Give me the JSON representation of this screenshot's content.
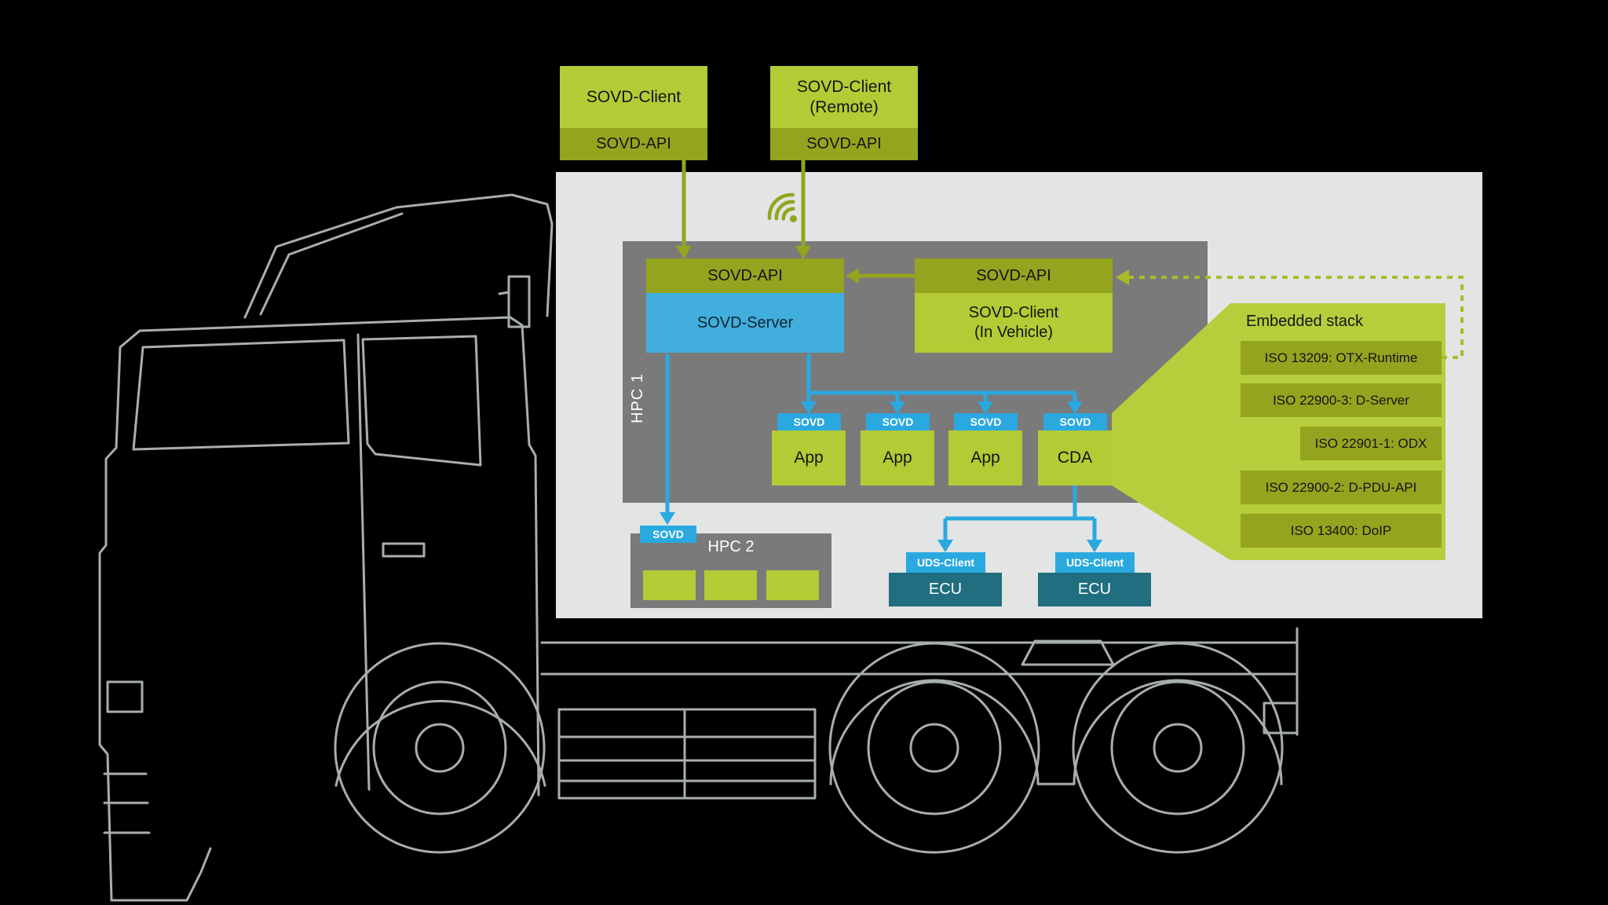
{
  "colors": {
    "light_green": "#b3cb35",
    "olive_green": "#94a41e",
    "blue": "#29a9e0",
    "server_blue": "#41aedd",
    "ecu_teal": "#206e80",
    "panel_gray": "#e3e4e4",
    "hpc_gray": "#7a7a7a",
    "background": "#000000"
  },
  "external_clients": {
    "local": {
      "title": "SOVD-Client",
      "api_label": "SOVD-API"
    },
    "remote": {
      "title_line1": "SOVD-Client",
      "title_line2": "(Remote)",
      "api_label": "SOVD-API"
    }
  },
  "hpc1": {
    "label": "HPC 1",
    "server": {
      "api_label": "SOVD-API",
      "label": "SOVD-Server"
    },
    "in_vehicle_client": {
      "api_label": "SOVD-API",
      "title_line1": "SOVD-Client",
      "title_line2": "(In Vehicle)"
    },
    "apps": [
      {
        "tab": "SOVD",
        "label": "App"
      },
      {
        "tab": "SOVD",
        "label": "App"
      },
      {
        "tab": "SOVD",
        "label": "App"
      },
      {
        "tab": "SOVD",
        "label": "CDA"
      }
    ]
  },
  "hpc2": {
    "label": "HPC 2",
    "tab": "SOVD"
  },
  "ecus": [
    {
      "tab": "UDS-Client",
      "label": "ECU"
    },
    {
      "tab": "UDS-Client",
      "label": "ECU"
    }
  ],
  "embedded_stack": {
    "title": "Embedded stack",
    "items": [
      "ISO 13209: OTX-Runtime",
      "ISO 22900-3: D-Server",
      "ISO 22901-1: ODX",
      "ISO 22900-2: D-PDU-API",
      "ISO 13400: DoIP"
    ]
  },
  "icons": {
    "wireless": "wifi-icon"
  }
}
